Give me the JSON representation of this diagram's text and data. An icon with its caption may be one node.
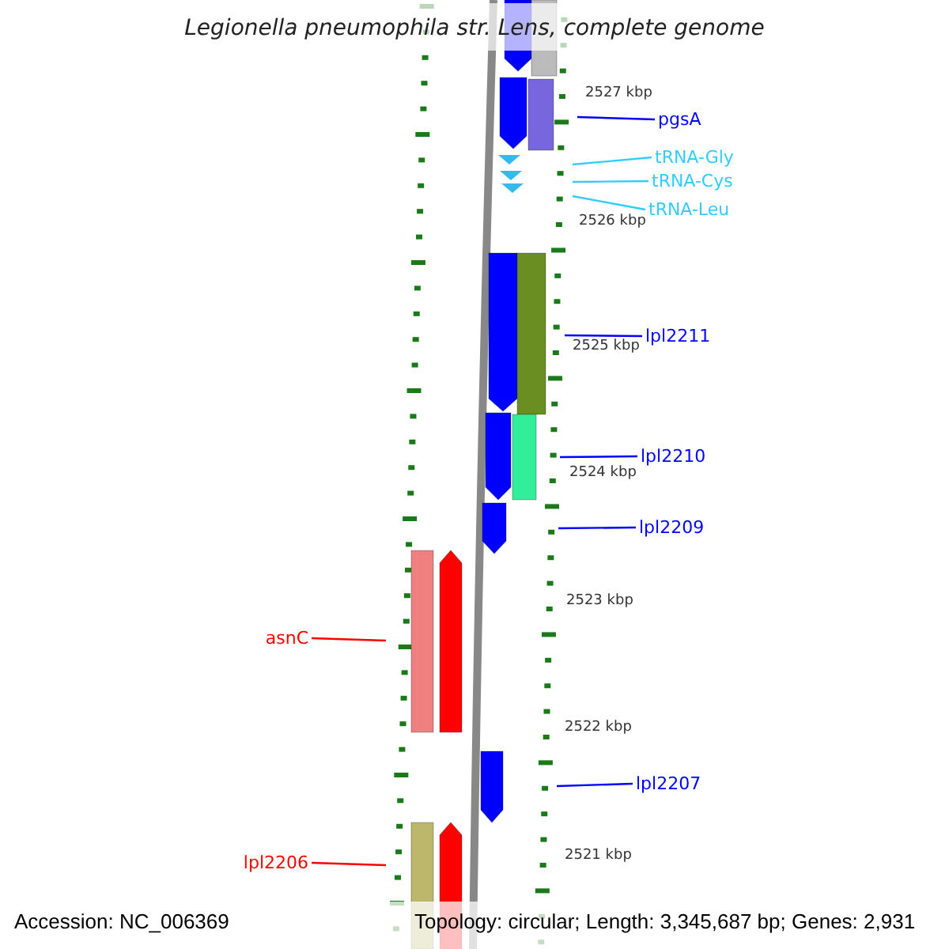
{
  "diagram": {
    "title": "Legionella pneumophila str. Lens, complete genome",
    "nodes": [
      {
        "text": [
          "pgsA"
        ]
      },
      {
        "text": [
          "tRNA-Gly"
        ]
      },
      {
        "text": [
          "tRNA-Cys"
        ]
      },
      {
        "text": [
          "tRNA-Leu"
        ]
      },
      {
        "text": [
          "lpl2211"
        ]
      },
      {
        "text": [
          "lpl2210"
        ]
      },
      {
        "text": [
          "lpl2209"
        ]
      },
      {
        "text": [
          "asnC"
        ]
      },
      {
        "text": [
          "lpl2207"
        ]
      },
      {
        "text": [
          "lpl2206"
        ]
      },
      {
        "text": [],
        "shape": "picture"
      }
    ],
    "edges": [
      {
        "from": 0,
        "to": 10,
        "arrow": "none"
      },
      {
        "from": 1,
        "to": 10,
        "arrow": "none",
        "color": "#33ccff"
      },
      {
        "from": 2,
        "to": 10,
        "arrow": "none",
        "color": "#33ccff"
      },
      {
        "from": 3,
        "to": 10,
        "arrow": "none",
        "color": "#33ccff"
      },
      {
        "from": 4,
        "to": 10,
        "arrow": "none"
      },
      {
        "from": 5,
        "to": 10,
        "arrow": "none"
      },
      {
        "from": 6,
        "to": 10,
        "arrow": "none"
      },
      {
        "from": 7,
        "to": 10,
        "arrow": "none",
        "color": "#ff0000"
      },
      {
        "from": 8,
        "to": 10,
        "arrow": "none"
      },
      {
        "from": 9,
        "to": 10,
        "arrow": "none",
        "color": "#ff0000"
      }
    ],
    "labels": [
      "2527 kbp",
      "2526 kbp",
      "2525 kbp",
      "2524 kbp",
      "2523 kbp",
      "2522 kbp",
      "2521 kbp",
      "Accession: NC_006369",
      "Topology: circular; Length: 3,345,687 bp; Genes: 2,931"
    ]
  }
}
